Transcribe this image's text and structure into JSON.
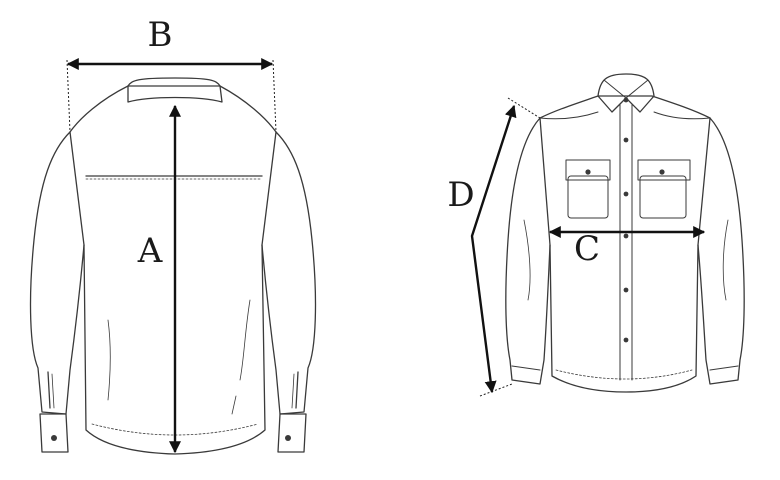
{
  "labels": {
    "length": "A",
    "shoulder": "B",
    "chest": "C",
    "sleeve": "D"
  },
  "colors": {
    "outline": "#3a3a3a",
    "arrow": "#111111",
    "background": "#ffffff"
  }
}
